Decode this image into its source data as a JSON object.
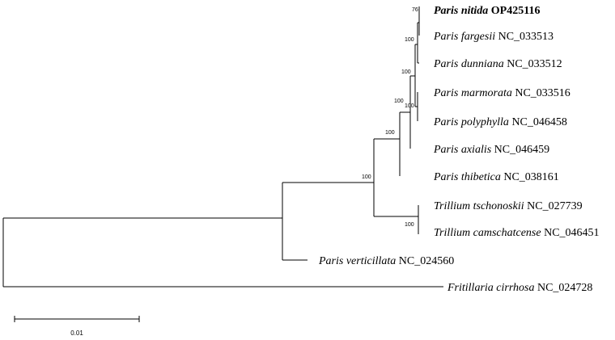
{
  "taxa": [
    {
      "genus": "Paris nitida",
      "accession": "OP425116",
      "highlight": true
    },
    {
      "genus": "Paris fargesii",
      "accession": "NC_033513",
      "highlight": false
    },
    {
      "genus": "Paris dunniana",
      "accession": "NC_033512",
      "highlight": false
    },
    {
      "genus": "Paris marmorata",
      "accession": "NC_033516",
      "highlight": false
    },
    {
      "genus": "Paris polyphylla",
      "accession": "NC_046458",
      "highlight": false
    },
    {
      "genus": "Paris axialis",
      "accession": "NC_046459",
      "highlight": false
    },
    {
      "genus": "Paris thibetica",
      "accession": "NC_038161",
      "highlight": false
    },
    {
      "genus": "Trillium tschonoskii",
      "accession": "NC_027739",
      "highlight": false
    },
    {
      "genus": "Trillium camschatcense",
      "accession": "NC_046451",
      "highlight": false
    },
    {
      "genus": "Paris verticillata",
      "accession": "NC_024560",
      "highlight": false
    },
    {
      "genus": "Fritillaria cirrhosa",
      "accession": "NC_024728",
      "highlight": false
    }
  ],
  "support_values": [
    "76",
    "100",
    "100",
    "100",
    "100",
    "100",
    "100",
    "100"
  ],
  "scale_bar": {
    "label": "0.01"
  }
}
